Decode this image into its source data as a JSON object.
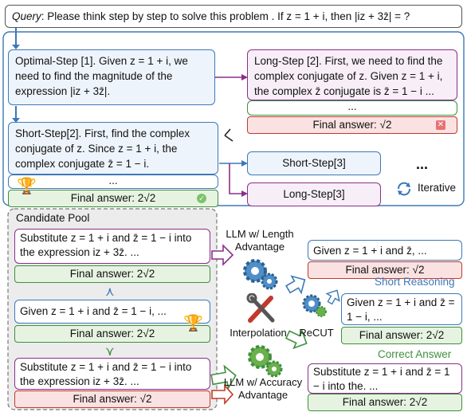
{
  "query": {
    "label": "Query",
    "text": ": Please think step by step to solve this problem . If z = 1 + i, then |iz + 3z̄| = ?"
  },
  "tree": {
    "optimal_step": "Optimal-Step [1]. Given z = 1 + i, we need to find the magnitude of the expression |iz + 3z̄|.",
    "long_step2": "Long-Step [2]. First, we need to find the complex conjugate of z. Given z = 1 + i, the complex z̄ conjugate is z̄ = 1 − i ...",
    "long_step2_dots": "...",
    "long_step2_answer": "Final answer: √2",
    "short_step2": "Short-Step[2]. First, find the complex conjugate of z. Since z = 1 + i, the complex conjugate z̄ = 1 − i.",
    "short_step2_dots": "...",
    "short_step2_answer": "Final answer: 2√2",
    "short_step3": "Short-Step[3]",
    "long_step3": "Long-Step[3]",
    "more_dots": "...",
    "iterative": "Iterative"
  },
  "pool": {
    "title": "Candidate Pool",
    "c1_text": "Substitute z = 1 + i and z̄ = 1 − i into the expression iz + 3z̄. ...",
    "c1_answer": "Final answer: 2√2",
    "c2_text": "Given z = 1 + i and z̄ = 1 − i, ...",
    "c2_answer": "Final answer: 2√2",
    "c3_text": "Substitute z = 1 + i and z̄ = 1 − i into the expression iz + 3z̄. ...",
    "c3_answer": "Final answer: √2",
    "up_arrow": "⋏",
    "down_arrow": "⋎"
  },
  "middle": {
    "length_label": "LLM w/ Length Advantage",
    "interp_label": "Interpolation",
    "recut_label": "ReCUT",
    "accuracy_label": "LLM w/ Accuracy Advantage"
  },
  "right": {
    "r1_text": "Given z = 1 + i and z̄, ...",
    "r1_answer": "Final answer: √2",
    "short_label": "Short Reasoning",
    "r2_text": "Given z = 1 + i and z̄ = 1 − i, ...",
    "r2_answer": "Final answer: 2√2",
    "correct_label": "Correct Answer",
    "r3_text": "Substitute z = 1 + i and z̄ = 1 − i into the. ...",
    "r3_answer": "Final answer: 2√2"
  },
  "colors": {
    "blue": "#3d78b8",
    "purple": "#8a2f8a",
    "green": "#3f8f3f",
    "red": "#c0392b"
  }
}
